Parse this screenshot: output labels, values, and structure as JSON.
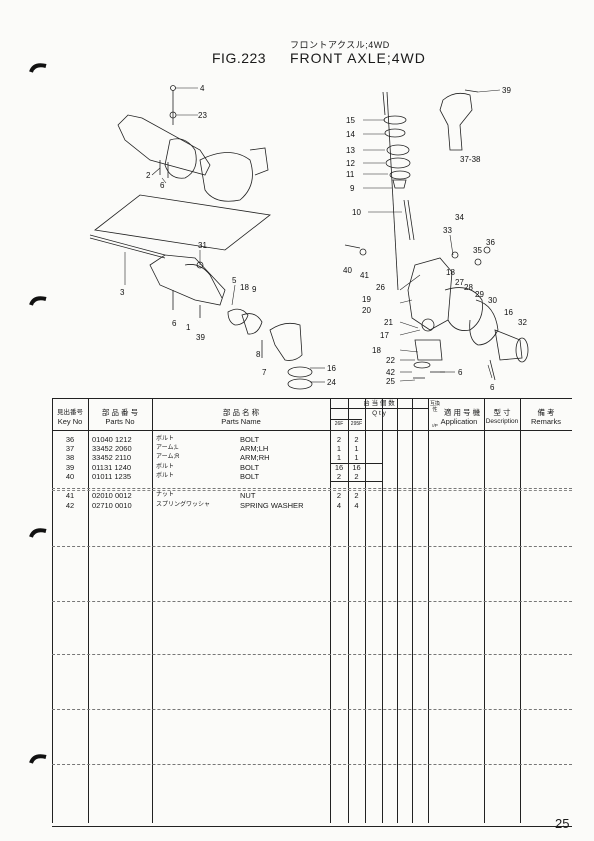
{
  "header": {
    "title_jp": "フロントアクスル;4WD",
    "fig_no": "FIG.223",
    "title_en": "FRONT AXLE;4WD"
  },
  "callouts": [
    "4",
    "23",
    "2",
    "6",
    "31",
    "3",
    "5",
    "18",
    "9",
    "6",
    "1",
    "39",
    "8",
    "7",
    "16",
    "24",
    "39",
    "37-38",
    "15",
    "14",
    "13",
    "12",
    "11",
    "9",
    "10",
    "34",
    "33",
    "36",
    "35",
    "40",
    "41",
    "26",
    "18",
    "19",
    "20",
    "27",
    "28",
    "29",
    "30",
    "16",
    "32",
    "21",
    "17",
    "18",
    "22",
    "42",
    "25",
    "6",
    "6"
  ],
  "table": {
    "headers": {
      "key_jp": "見出番号",
      "key_en": "Key No",
      "parts_no_jp": "部 品 番 号",
      "parts_no_en": "Parts No",
      "parts_name_jp": "部 品 名 称",
      "parts_name_en": "Parts Name",
      "qty_jp": "台 当 個 数",
      "qty_en": "Q t y",
      "qty_sub1": "26F",
      "qty_sub2": "295F",
      "interchange": "互換性",
      "interchange_sub": "I/P",
      "application_jp": "適 用 号 機",
      "application_en": "Application",
      "description_jp": "型 寸",
      "description_en": "Description",
      "remarks_jp": "備 考",
      "remarks_en": "Remarks"
    },
    "rows": [
      {
        "key": "36",
        "part_no": "01040 1212",
        "name_jp": "ボルト",
        "name_en": "BOLT",
        "q1": "2",
        "q2": "2"
      },
      {
        "key": "37",
        "part_no": "33452 2060",
        "name_jp": "アーム;L",
        "name_en": "ARM;LH",
        "q1": "1",
        "q2": "1"
      },
      {
        "key": "38",
        "part_no": "33452 2110",
        "name_jp": "アーム;R",
        "name_en": "ARM;RH",
        "q1": "1",
        "q2": "1"
      },
      {
        "key": "39",
        "part_no": "01131 1240",
        "name_jp": "ボルト",
        "name_en": "BOLT",
        "q1": "16",
        "q2": "16"
      },
      {
        "key": "40",
        "part_no": "01011 1235",
        "name_jp": "ボルト",
        "name_en": "BOLT",
        "q1": "2",
        "q2": "2"
      },
      {
        "key": "41",
        "part_no": "02010 0012",
        "name_jp": "ナット",
        "name_en": "NUT",
        "q1": "2",
        "q2": "2"
      },
      {
        "key": "42",
        "part_no": "02710 0010",
        "name_jp": "スプリングワッシャ",
        "name_en": "SPRING WASHER",
        "q1": "4",
        "q2": "4"
      }
    ]
  },
  "page_number": "25"
}
